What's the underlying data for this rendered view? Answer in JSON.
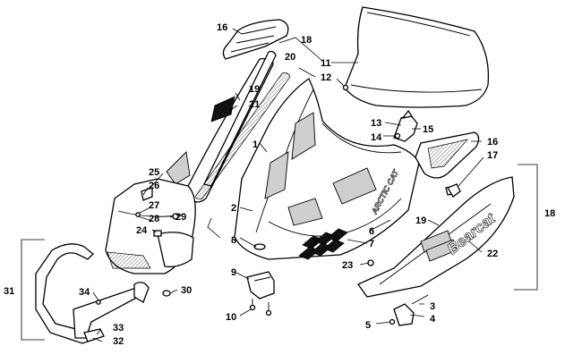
{
  "callouts": {
    "c1": "1",
    "c2": "2",
    "c3": "3",
    "c4": "4",
    "c5": "5",
    "c6": "6",
    "c7": "7",
    "c8": "8",
    "c9": "9",
    "c10": "10",
    "c11": "11",
    "c12": "12",
    "c13": "13",
    "c14": "14",
    "c15": "15",
    "c16a": "16",
    "c16b": "16",
    "c17": "17",
    "c18a": "18",
    "c18b": "18",
    "c19a": "19",
    "c19b": "19",
    "c20": "20",
    "c21": "21",
    "c22": "22",
    "c23": "23",
    "c24": "24",
    "c25": "25",
    "c26": "26",
    "c27": "27",
    "c28": "28",
    "c29": "29",
    "c30": "30",
    "c31": "31",
    "c32": "32",
    "c33": "33",
    "c34": "34"
  },
  "decals": {
    "hood_logo": "ARCTIC CAT",
    "side_panel_logo": "Bearcat"
  }
}
